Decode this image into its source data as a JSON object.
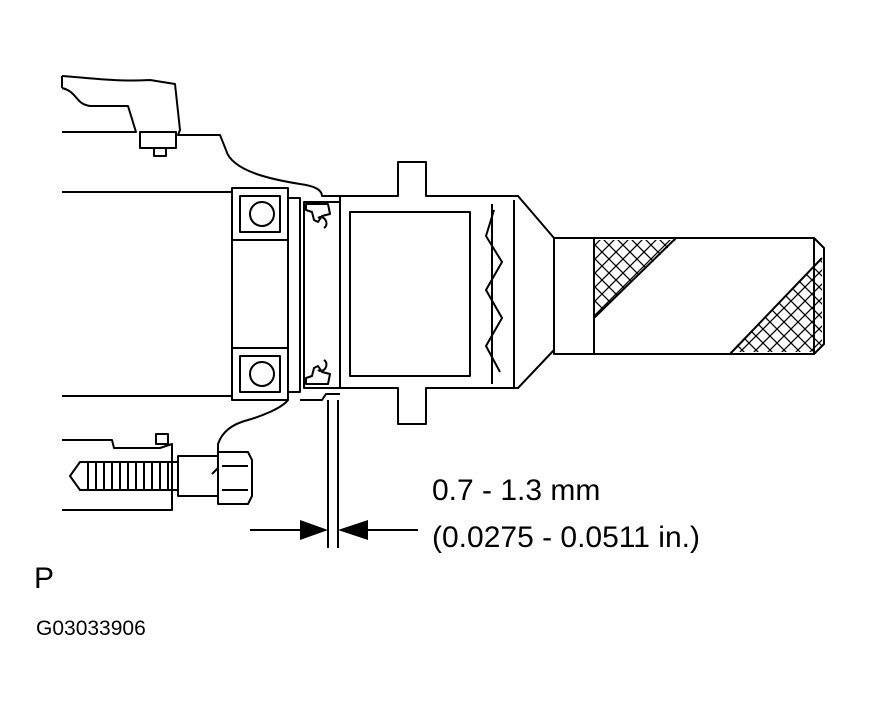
{
  "diagram": {
    "dimension_metric": "0.7 - 1.3 mm",
    "dimension_imperial": "(0.0275 - 0.0511 in.)",
    "view_label": "P",
    "figure_id": "G03033906"
  },
  "colors": {
    "line": "#000000",
    "background": "#ffffff"
  }
}
